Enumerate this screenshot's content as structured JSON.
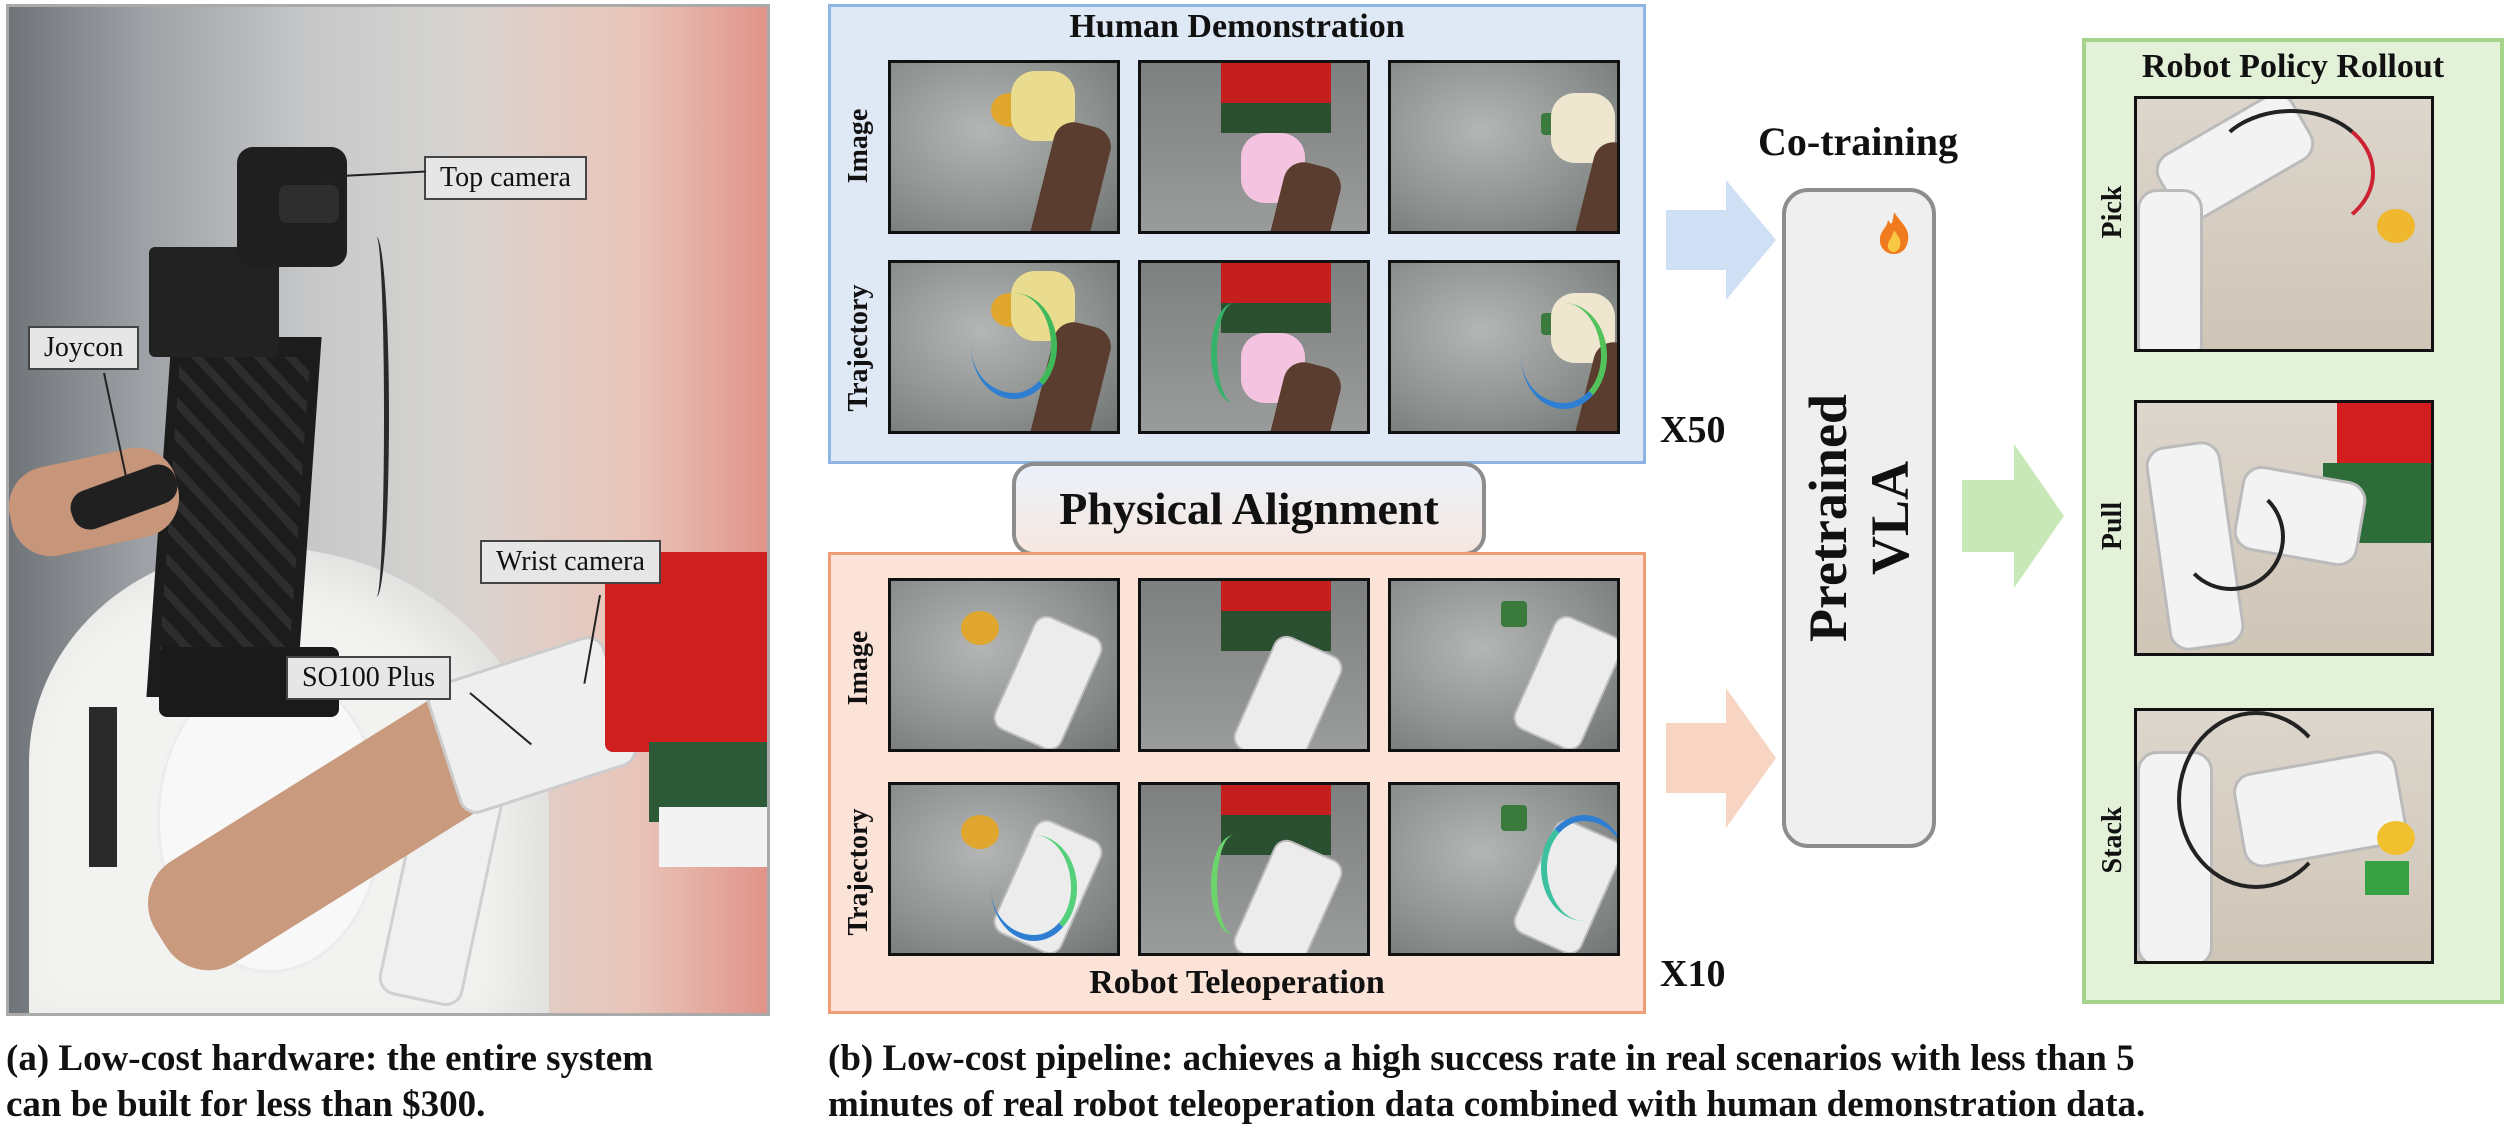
{
  "left_photo": {
    "callouts": {
      "top_camera": "Top camera",
      "joycon": "Joycon",
      "wrist_camera": "Wrist camera",
      "so100_plus": "SO100 Plus"
    }
  },
  "captions": {
    "left": [
      "(a) Low-cost hardware: the entire system",
      "can be built for less than $300."
    ],
    "right": [
      "(b) Low-cost pipeline: achieves a high success rate in real scenarios with less than 5",
      "minutes of real robot teleoperation data combined with human demonstration data."
    ]
  },
  "human_panel": {
    "title": "Human Demonstration",
    "row_labels": [
      "Image",
      "Trajectory"
    ],
    "multiplier": "X50"
  },
  "robot_panel": {
    "title": "Robot Teleoperation",
    "row_labels": [
      "Image",
      "Trajectory"
    ],
    "multiplier": "X10"
  },
  "alignment_label": "Physical Alignment",
  "cotraining_label": "Co-training",
  "vla_label": [
    "Pretrained",
    "VLA"
  ],
  "rollout": {
    "title": "Robot Policy Rollout",
    "tasks": [
      "Pick",
      "Pull",
      "Stack"
    ]
  },
  "colors": {
    "human_panel_fill": "#dfe9f6",
    "human_panel_border": "#8db4e2",
    "robot_panel_fill": "#fbe3d8",
    "robot_panel_border": "#ee9d76",
    "rollout_fill": "#e3f1d9",
    "rollout_border": "#a5d38c"
  }
}
